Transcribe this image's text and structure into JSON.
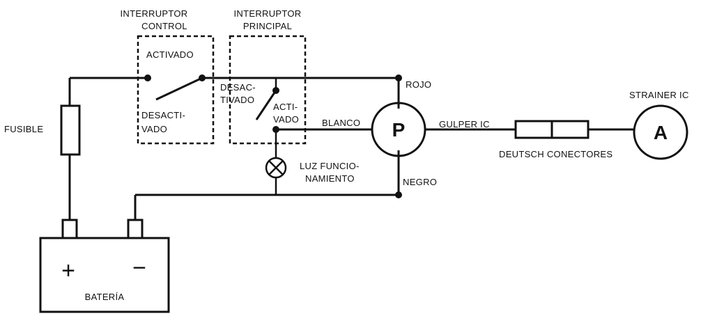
{
  "labels": {
    "ctrl_title_1": "INTERRUPTOR",
    "ctrl_title_2": "CONTROL",
    "main_title_1": "INTERRUPTOR",
    "main_title_2": "PRINCIPAL",
    "ctrl_on": "ACTIVADO",
    "ctrl_off_1": "DESACTI-",
    "ctrl_off_2": "VADO",
    "main_off_1": "DESAC-",
    "main_off_2": "TIVADO",
    "main_on_1": "ACTI-",
    "main_on_2": "VADO",
    "fuse": "FUSIBLE",
    "red": "ROJO",
    "white": "BLANCO",
    "black": "NEGRO",
    "gulper": "GULPER IC",
    "connectors": "DEUTSCH CONECTORES",
    "strainer": "STRAINER IC",
    "lamp_1": "LUZ FUNCIO-",
    "lamp_2": "NAMIENTO",
    "battery": "BATERÍA",
    "pump_symbol": "P",
    "alarm_symbol": "A",
    "plus": "+",
    "minus": "−"
  }
}
